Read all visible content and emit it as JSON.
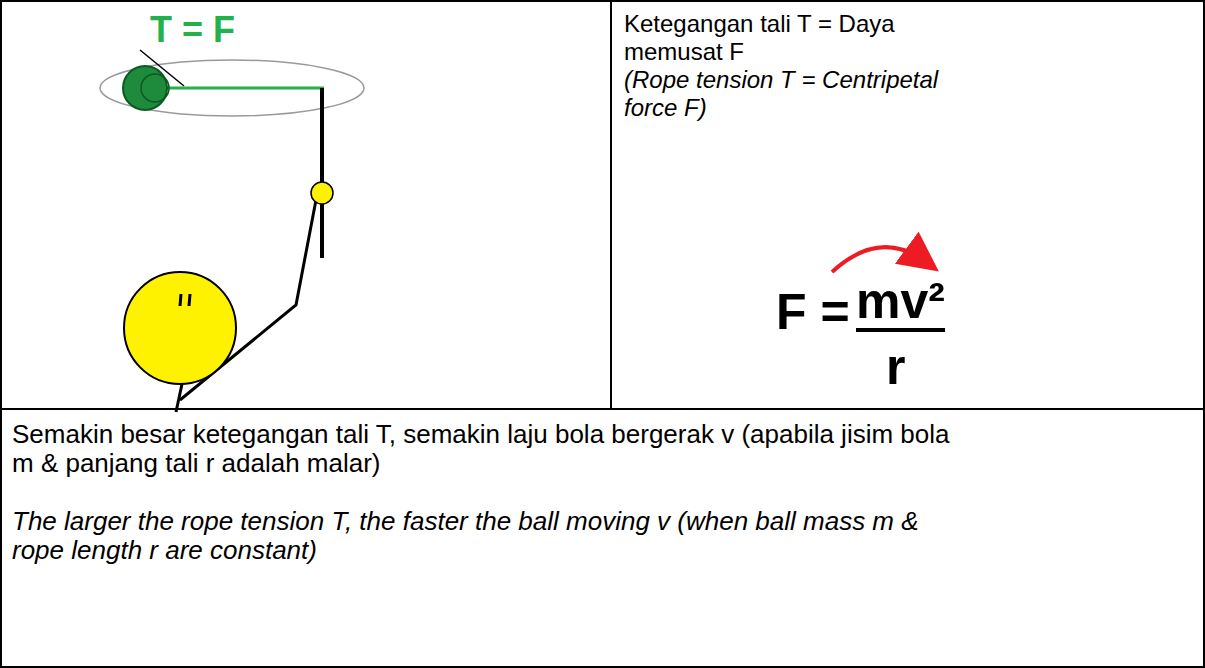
{
  "diagram": {
    "nodes": [
      {
        "text": [
          "T = F"
        ]
      },
      {
        "text": [
          "Ketegangan tali T = Daya memusat F",
          "(Rope tension T = Centripetal force F)"
        ]
      },
      {
        "text": [
          "Semakin besar ketegangan tali T, semakin laju bola bergerak v (apabila jisim bola m & panjang tali r adalah malar)",
          "The larger the rope tension T, the faster the ball moving v (when ball mass m & rope length r are constant)"
        ]
      }
    ],
    "labels": [
      "F =",
      "mv²",
      "r"
    ]
  }
}
